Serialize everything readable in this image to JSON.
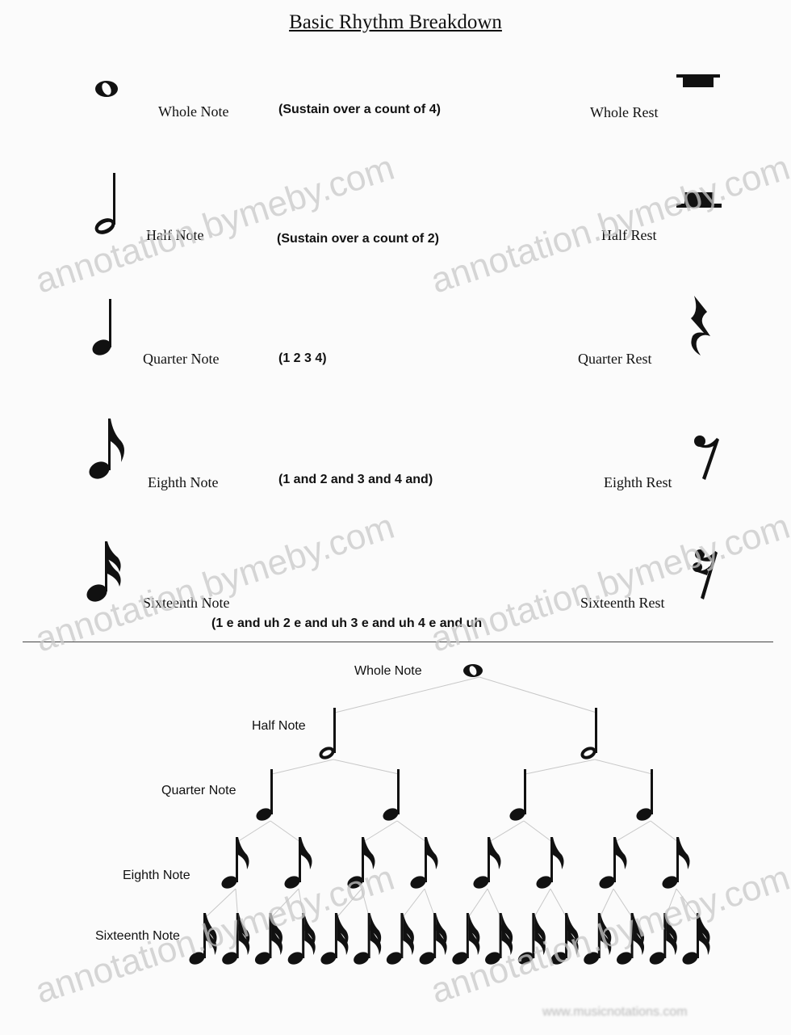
{
  "title": "Basic Rhythm Breakdown",
  "rows": [
    {
      "note_label": "Whole Note",
      "count": "(Sustain over a count of 4)",
      "rest_label": "Whole Rest"
    },
    {
      "note_label": "Half Note",
      "count": "(Sustain over a count of 2)",
      "rest_label": "Half Rest"
    },
    {
      "note_label": "Quarter Note",
      "count": "(1 2 3 4)",
      "rest_label": "Quarter Rest"
    },
    {
      "note_label": "Eighth Note",
      "count": "(1 and 2 and 3 and 4 and)",
      "rest_label": "Eighth Rest"
    },
    {
      "note_label": "Sixteenth Note",
      "count": "(1 e and uh 2 e and uh  3 e and uh 4 e and uh",
      "rest_label": "Sixteenth Rest"
    }
  ],
  "tree": {
    "labels": [
      "Whole Note",
      "Half Note",
      "Quarter Note",
      "Eighth Note",
      "Sixteenth Note"
    ],
    "counts": [
      1,
      2,
      4,
      8,
      16
    ]
  },
  "watermark": "annotation.bymeby.com",
  "footer": "www.musicnotations.com",
  "icons": {
    "whole": "whole-note-icon",
    "half": "half-note-icon",
    "quarter": "quarter-note-icon",
    "eighth": "eighth-note-icon",
    "sixteenth": "sixteenth-note-icon",
    "whole_rest": "whole-rest-icon",
    "half_rest": "half-rest-icon",
    "quarter_rest": "quarter-rest-icon",
    "eighth_rest": "eighth-rest-icon",
    "sixteenth_rest": "sixteenth-rest-icon"
  }
}
